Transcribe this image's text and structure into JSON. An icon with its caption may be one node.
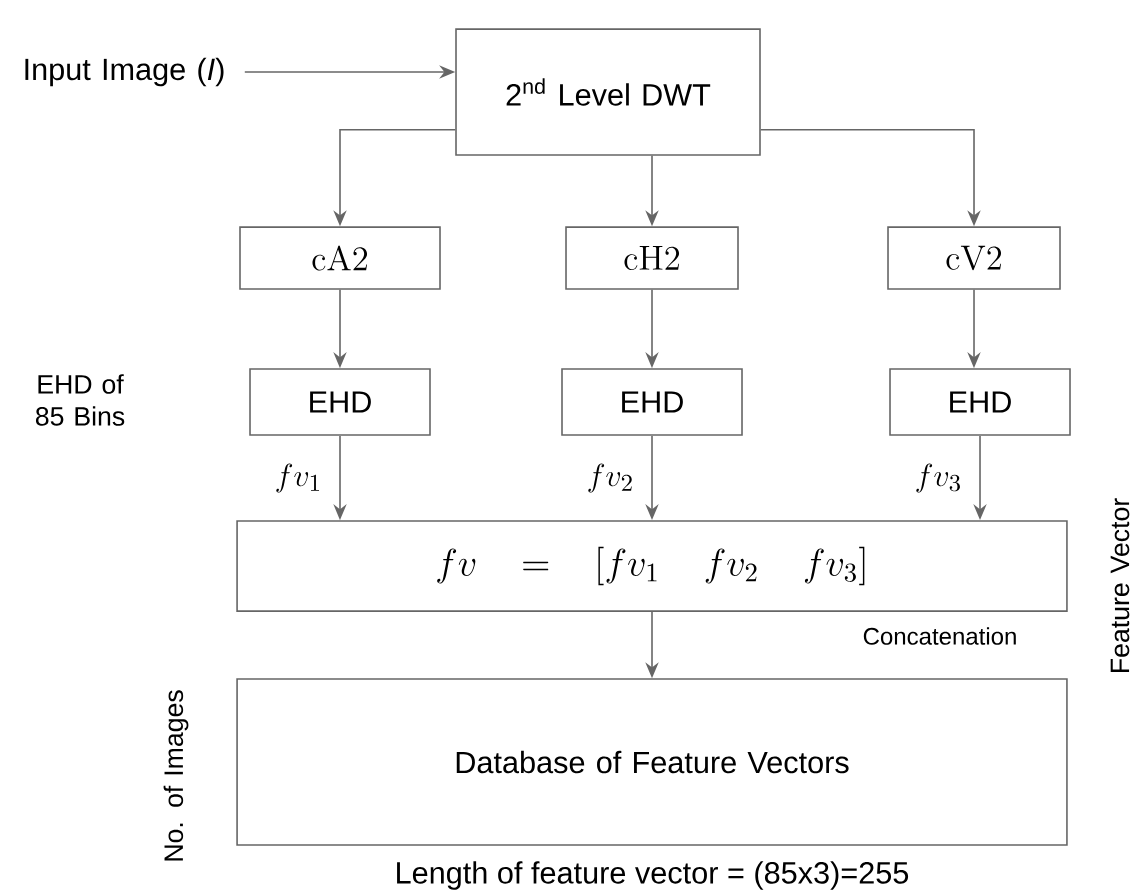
{
  "diagram": {
    "nodes": [
      {
        "text": [
          "Input Image (*I*)"
        ]
      },
      {
        "text": [
          "2$^{nd}$ Level DWT"
        ]
      },
      {
        "text": [
          "cA2"
        ]
      },
      {
        "text": [
          "cH2"
        ]
      },
      {
        "text": [
          "cV2"
        ]
      },
      {
        "text": [
          "EHD"
        ]
      },
      {
        "text": [
          "EHD"
        ]
      },
      {
        "text": [
          "EHD"
        ]
      },
      {
        "text": [
          "fv = [fv_1\\; fv_2\\; fv_3]"
        ]
      },
      {
        "text": [
          "Database of Feature Vectors"
        ],
        "beside": [
          "Length of feature vector = (85x3)=255"
        ]
      }
    ],
    "edges": [
      {
        "from": 0,
        "to": 1,
        "arrow": "to"
      },
      {
        "from": 1,
        "to": 2,
        "arrow": "to"
      },
      {
        "from": 1,
        "to": 3,
        "arrow": "to"
      },
      {
        "from": 1,
        "to": 4,
        "arrow": "to"
      },
      {
        "from": 2,
        "to": 5,
        "arrow": "to"
      },
      {
        "from": 3,
        "to": 6,
        "arrow": "to"
      },
      {
        "from": 4,
        "to": 7,
        "arrow": "to"
      },
      {
        "from": 5,
        "to": 8,
        "arrow": "to",
        "label": "fv_1"
      },
      {
        "from": 6,
        "to": 8,
        "arrow": "to",
        "label": "fv_2"
      },
      {
        "from": 7,
        "to": 8,
        "arrow": "to",
        "label": "fv_3"
      },
      {
        "from": 8,
        "to": 9,
        "arrow": "to"
      }
    ],
    "labels": [
      "EHD of 85 Bins",
      "Feature Vector",
      "Concatenation",
      "No. of Images"
    ]
  }
}
